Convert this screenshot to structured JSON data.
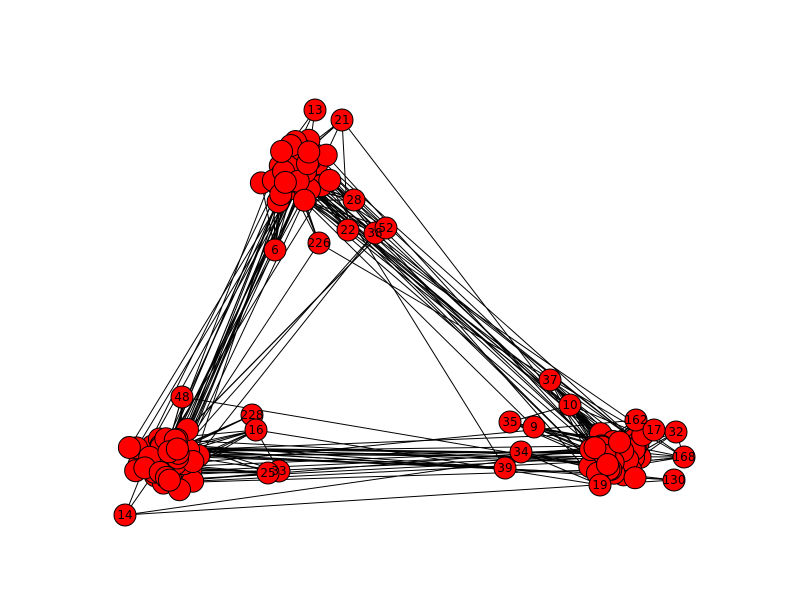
{
  "graph": {
    "node_color": "#ff0000",
    "node_stroke": "#000000",
    "edge_color": "#000000",
    "visible_labels": [
      "37",
      "35",
      "9",
      "39",
      "34",
      "226",
      "38",
      "228",
      "33",
      "16",
      "162",
      "168",
      "130",
      "13",
      "21",
      "6",
      "22",
      "32",
      "14",
      "48",
      "52",
      "10",
      "28",
      "19",
      "17",
      "25"
    ]
  }
}
